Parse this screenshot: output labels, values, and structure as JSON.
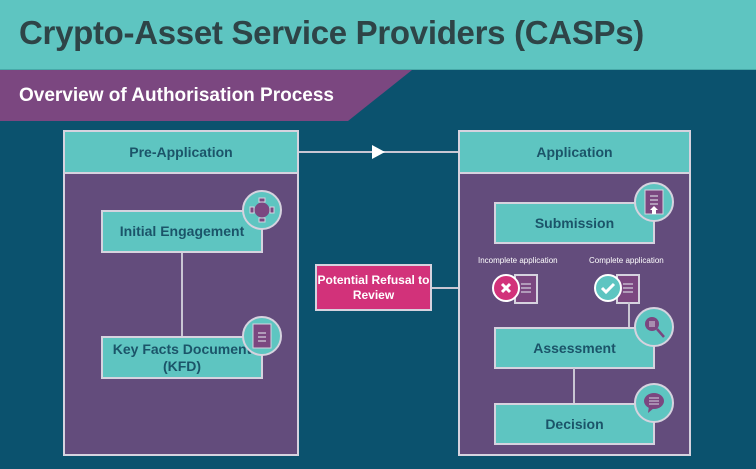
{
  "header": {
    "title": "Crypto-Asset Service Providers (CASPs)",
    "subtitle": "Overview of Authorisation Process"
  },
  "colors": {
    "background": "#0b526e",
    "teal": "#5ec5c1",
    "purple_panel": "#634c7c",
    "purple_accent": "#7b4780",
    "pink": "#d2327a",
    "text_dark": "#1b5469"
  },
  "pre_application": {
    "title": "Pre-Application",
    "steps": [
      {
        "label": "Initial Engagement",
        "icon": "meeting-table-icon"
      },
      {
        "label": "Key Facts Document (KFD)",
        "icon": "document-icon"
      }
    ]
  },
  "application": {
    "title": "Application",
    "steps": [
      {
        "label": "Submission",
        "icon": "document-upload-icon"
      },
      {
        "label": "Assessment",
        "icon": "magnifier-icon"
      },
      {
        "label": "Decision",
        "icon": "speech-bubble-icon"
      }
    ],
    "branches": {
      "incomplete": {
        "label": "Incomplete application",
        "icon": "cross-icon"
      },
      "complete": {
        "label": "Complete application",
        "icon": "check-icon"
      }
    }
  },
  "refusal": {
    "label": "Potential Refusal to Review"
  }
}
